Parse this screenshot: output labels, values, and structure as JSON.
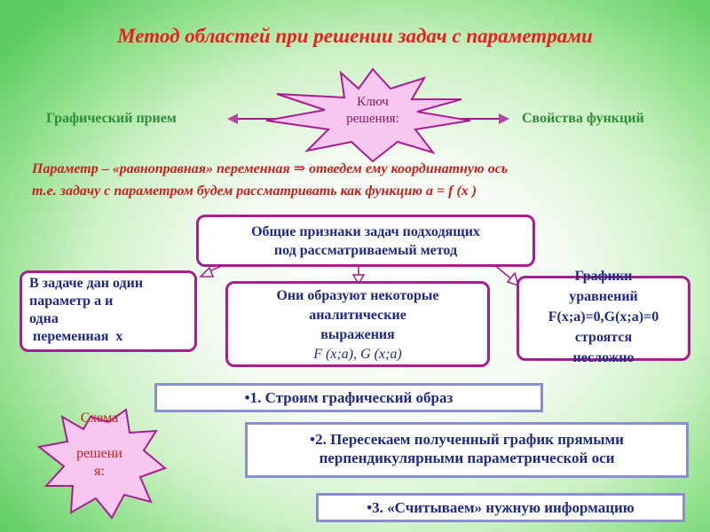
{
  "title": "Метод областей при решении задач с параметрами",
  "top": {
    "left_label": "Графический прием",
    "right_label": "Свойства функций",
    "key_star": [
      "Ключ",
      "решения:"
    ]
  },
  "param_text": {
    "line1": "Параметр – «равноправная» переменная ⇒ отведем ему координатную ось",
    "line2": "т.е. задачу с параметром будем рассматривать как функцию a  = f (x )"
  },
  "center_box": [
    "Общие признаки задач подходящих",
    "под рассматриваемый метод"
  ],
  "features": {
    "left": [
      "В задаче дан один",
      "параметр а и",
      "одна",
      " переменная  х"
    ],
    "middle": [
      "Они образуют некоторые",
      "аналитические",
      "выражения",
      "F (x;a), G (x;a)"
    ],
    "right": [
      "Графики",
      "уравнений",
      "F(x;a)=0,G(x;a)=0",
      "строятся",
      "несложно"
    ]
  },
  "scheme_star": [
    "Схема",
    "",
    "решени",
    "я:"
  ],
  "steps": [
    "•1. Строим графический образ",
    [
      "•2. Пересекаем полученный график прямыми",
      "перпендикулярными параметрической оси"
    ],
    "•3. «Считываем» нужную информацию"
  ],
  "colors": {
    "title": "#ee1c1c",
    "side_labels": "#2e8b3a",
    "param_text": "#c8201e",
    "box_border": "#a61e8f",
    "box_text": "#1e2a86",
    "star_fill": "#f7c7ef",
    "step_border": "#8a8fd3"
  }
}
